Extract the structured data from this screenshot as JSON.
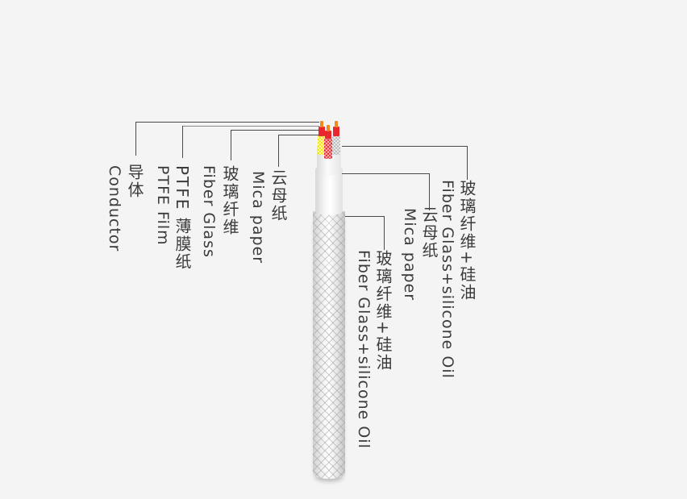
{
  "diagram": {
    "type": "cable cross-section structure",
    "cores": [
      {
        "braid_color": "#f2e300",
        "insulation_color": "#e8272e",
        "conductor_color": "#f08a1e"
      },
      {
        "braid_color": "#e0262c",
        "insulation_color": "#e8272e",
        "conductor_color": "#f08a1e"
      },
      {
        "braid_color": "#f3f3f3",
        "insulation_color": "#e8272e",
        "conductor_color": "#f08a1e"
      }
    ],
    "left_labels": [
      {
        "cn": "导体",
        "en": "Conductor"
      },
      {
        "cn": "PTFE 薄膜纸",
        "en": "PTFE Film"
      },
      {
        "cn": "玻璃纤维",
        "en": "Fiber Glass"
      },
      {
        "cn": "云母纸",
        "en": "Mica paper"
      }
    ],
    "right_labels": [
      {
        "cn": "玻璃纤维+硅油",
        "en": "Fiber Glass+silicone Oil"
      },
      {
        "cn": "云母纸",
        "en": "Mica paper"
      },
      {
        "cn": "玻璃纤维+硅油",
        "en": "Fiber Glass+silicone Oil"
      }
    ]
  }
}
